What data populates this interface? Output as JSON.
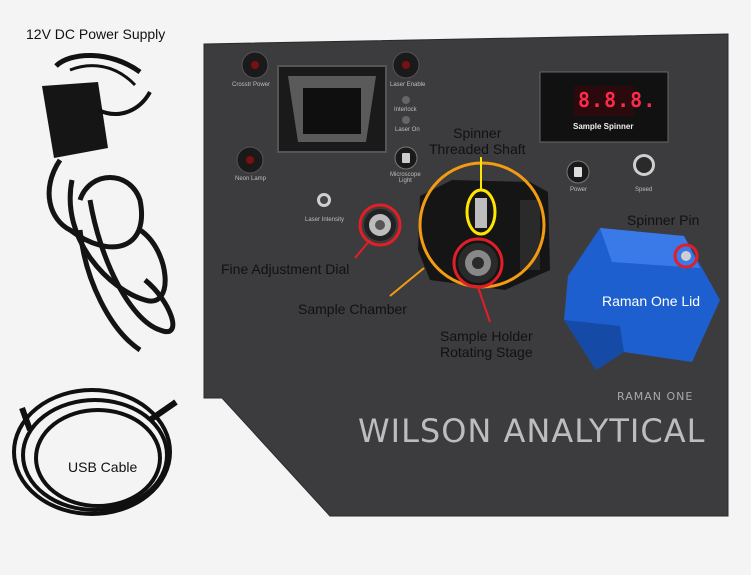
{
  "callouts": {
    "power_supply": "12V DC Power Supply",
    "usb_cable": "USB Cable",
    "spinner_threaded_shaft": "Spinner\nThreaded Shaft",
    "spinner_pin": "Spinner Pin",
    "fine_adjustment_dial": "Fine Adjustment Dial",
    "sample_chamber": "Sample Chamber",
    "raman_one_lid": "Raman One Lid",
    "sample_holder_rotating_stage": "Sample Holder\nRotating Stage"
  },
  "panel": {
    "ccd_power": "Crosstr Power",
    "neon_lamp": "Neon Lamp",
    "laser_enable": "Laser Enable",
    "interlock": "Interlock",
    "laser_on": "Laser On",
    "microscope_light": "Microscope\nLight",
    "laser_intensity": "Laser Intensity",
    "power": "Power",
    "speed": "Speed",
    "sample_spinner_label": "Sample Spinner",
    "display_value": "8.8.8."
  },
  "branding": {
    "model": "RAMAN ONE",
    "company": "WILSON ANALYTICAL"
  },
  "colors": {
    "panel": "#3b3b3d",
    "highlight_red": "#e21e26",
    "highlight_orange": "#f39c12",
    "highlight_yellow": "#ffe600",
    "lid_blue": "#1e5fd0",
    "led_red": "#ff2a4a"
  }
}
